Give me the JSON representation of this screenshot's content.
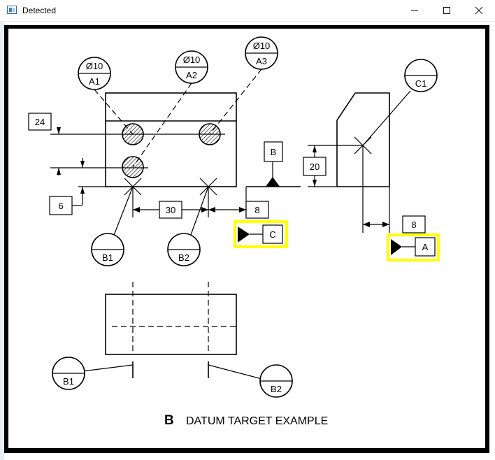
{
  "window": {
    "title": "Detected",
    "minimize_icon": "minimize-icon",
    "maximize_icon": "maximize-icon",
    "close_icon": "close-icon"
  },
  "drawing": {
    "caption_letter": "B",
    "caption_text": "DATUM TARGET EXAMPLE",
    "targets": {
      "A1": {
        "top": "Ø10",
        "bottom": "A1"
      },
      "A2": {
        "top": "Ø10",
        "bottom": "A2"
      },
      "A3": {
        "top": "Ø10",
        "bottom": "A3"
      },
      "B1_front": {
        "top": "",
        "bottom": "B1"
      },
      "B2_front": {
        "top": "",
        "bottom": "B2"
      },
      "B1_plan": {
        "top": "",
        "bottom": "B1"
      },
      "B2_plan": {
        "top": "",
        "bottom": "B2"
      },
      "C1": {
        "top": "",
        "bottom": "C1"
      }
    },
    "dimensions": {
      "d24": "24",
      "d6": "6",
      "d30": "30",
      "d8_front": "8",
      "d20": "20",
      "d8_side": "8"
    },
    "datum_features": {
      "B": "B",
      "C": "C",
      "A": "A"
    },
    "highlight_color": "#ffff00"
  }
}
